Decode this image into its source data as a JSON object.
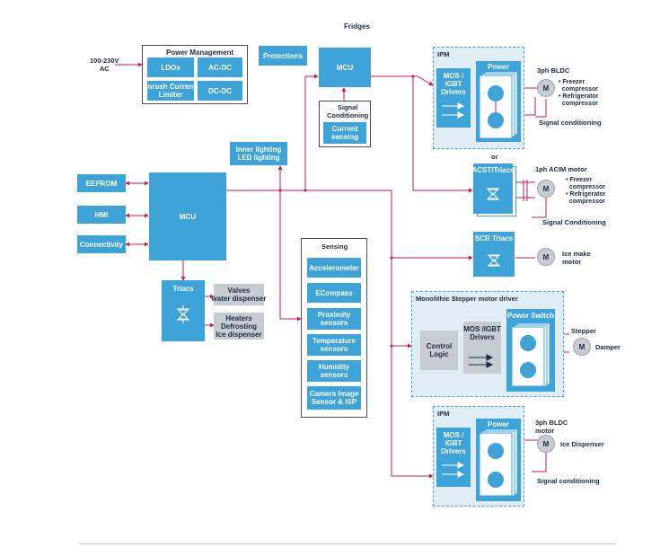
{
  "title": "Fridges",
  "input_label": "100-230V\nAC",
  "power_management": {
    "title": "Power Management",
    "ldo": "LDOs",
    "acdc": "AC-DC",
    "inrush": "Inrush Current\nLimiter",
    "dcdc": "DC-DC"
  },
  "protections": "Protections",
  "mcu_top": "MCU",
  "signal_conditioning": {
    "title": "Signal\nConditioning",
    "current": "Current\nsensing"
  },
  "inner_lighting": "Inner lighting\nLED lighting",
  "eeprom": "EEPROM",
  "hmi": "HMI",
  "connectivity": "Connectivity",
  "mcu_main": "MCU",
  "triacs": "Triacs",
  "valves": "Valves\nwater dispenser",
  "heaters": "Heaters\nDefrosting\nIce dispenser",
  "sensing": {
    "title": "Sensing",
    "items": [
      "Accelerometer",
      "ECompass",
      "Proximity\nsensors",
      "Temperature\nsensors",
      "Humidity\nsensors",
      "Camera Image\nSensor & ISP"
    ]
  },
  "ipm1": {
    "title": "IPM",
    "drivers": "MOS /\nIGBT\nDrivers",
    "power_switch": "Power Switch",
    "motor_label": "3ph BLDC",
    "loads": "• Freezer\n  compressor\n• Refrigerator\n  compressor",
    "signal": "Signal conditioning"
  },
  "or_label": "or",
  "acst": {
    "title": "ACST/Triacs",
    "motor_label": "1ph ACIM motor",
    "loads": "• Freezer\n  compressor\n• Refrigerator\n  compressor",
    "signal": "Signal Conditioning"
  },
  "scr": {
    "title": "SCR Triacs",
    "motor_label": "Ice make\nmotor"
  },
  "stepper": {
    "title": "Monolithic Stepper motor driver",
    "control": "Control\nLogic",
    "drivers": "MOS /IGBT\nDrivers",
    "power_switch": "Power Switch",
    "motor_label": "Stepper",
    "load": "Damper"
  },
  "ipm2": {
    "title": "IPM",
    "drivers": "MOS /\nIGBT\nDrivers",
    "power_switch": "Power Switch",
    "motor_label": "3ph BLDC\nmotor",
    "load": "Ice Dispenser",
    "signal": "Signal conditioning"
  },
  "motor_glyph": "M",
  "colors": {
    "block": "#3ea3d9",
    "wire": "#c2185b",
    "light": "#dfe8ee",
    "dashed_bg": "#e1edf5"
  }
}
